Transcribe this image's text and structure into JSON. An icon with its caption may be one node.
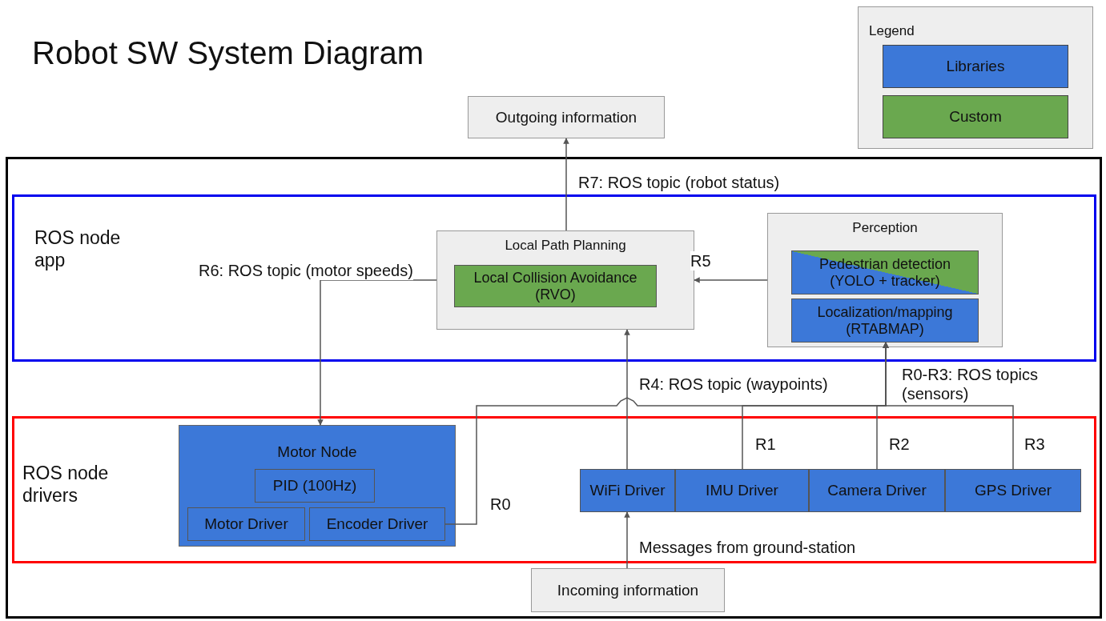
{
  "diagram": {
    "title": "Robot SW System Diagram",
    "nodes": [
      {
        "text": [
          "Outgoing information"
        ]
      },
      {
        "text": [],
        "shape": "box"
      },
      {
        "text": [
          "ROS node app"
        ],
        "in": 1
      },
      {
        "text": [
          "Local Path Planning"
        ],
        "in": 2
      },
      {
        "text": [
          "Local Collision Avoidance (RVO)"
        ],
        "in": 3
      },
      {
        "text": [
          "Perception"
        ],
        "in": 2
      },
      {
        "text": [
          "Pedestrian detection (YOLO + tracker)"
        ],
        "in": 5
      },
      {
        "text": [
          "Localization/mapping (RTABMAP)"
        ],
        "in": 5
      },
      {
        "text": [
          "ROS node drivers"
        ],
        "in": 1
      },
      {
        "text": [
          "Motor Node"
        ],
        "in": 8
      },
      {
        "text": [
          "PID (100Hz)"
        ],
        "in": 9
      },
      {
        "text": [
          "Motor Driver"
        ],
        "in": 9
      },
      {
        "text": [
          "Encoder Driver"
        ],
        "in": 9
      },
      {
        "text": [
          "WiFi Driver"
        ],
        "in": 8
      },
      {
        "text": [
          "IMU Driver"
        ],
        "in": 8
      },
      {
        "text": [
          "Camera Driver"
        ],
        "in": 8
      },
      {
        "text": [
          "GPS Driver"
        ],
        "in": 8
      },
      {
        "text": [
          "Incoming information"
        ],
        "in": 1
      }
    ],
    "edges": [
      {
        "from": 3,
        "to": 0,
        "arrow": "to",
        "label": "R7: ROS topic (robot status)"
      },
      {
        "from": 5,
        "to": 3,
        "arrow": "to",
        "label": "R5"
      },
      {
        "from": 3,
        "to": 9,
        "arrow": "to",
        "label": "R6: ROS topic (motor speeds)"
      },
      {
        "from": 12,
        "to": 7,
        "arrow": "to",
        "label": "R0"
      },
      {
        "from": 14,
        "to": 7,
        "arrow": "to",
        "label": "R1"
      },
      {
        "from": 15,
        "to": 7,
        "arrow": "to",
        "label": "R2"
      },
      {
        "from": 16,
        "to": 7,
        "arrow": "to",
        "label": "R3"
      },
      {
        "from": 13,
        "to": 3,
        "arrow": "to",
        "label": "R4: ROS topic (waypoints)"
      },
      {
        "from": 17,
        "to": 13,
        "arrow": "to",
        "label": "Messages from ground-station"
      }
    ],
    "labels": [
      "Legend",
      "R0-R3: ROS topics (sensors)"
    ],
    "legend": [
      {
        "text": "Libraries",
        "color": "#3c78d8"
      },
      {
        "text": "Custom",
        "color": "#6aa84f"
      }
    ]
  }
}
